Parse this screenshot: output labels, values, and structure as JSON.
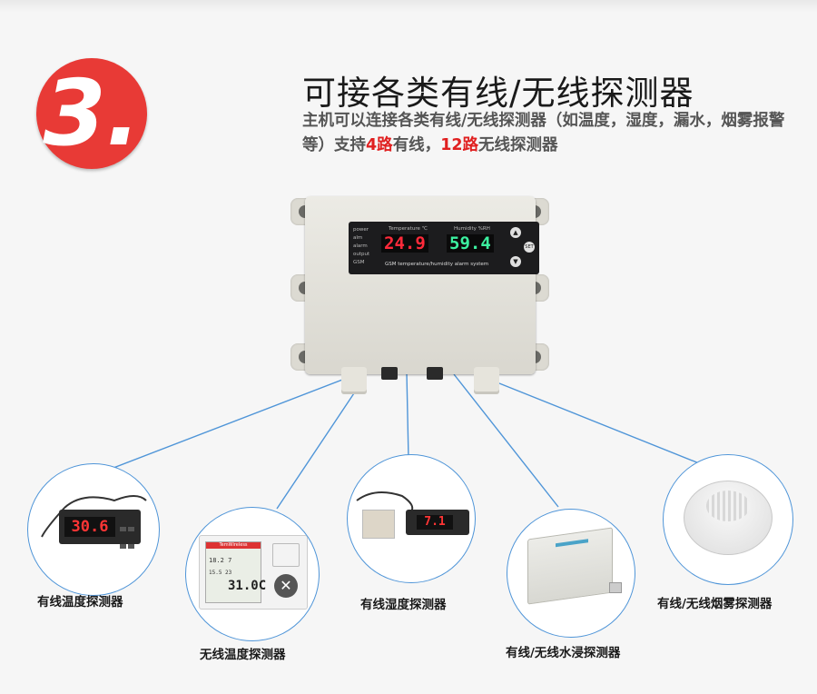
{
  "badge": {
    "number": "3."
  },
  "heading": {
    "title": "可接各类有线/无线探测器",
    "desc_part1": "主机可以连接各类有线/无线探测器（如温度，湿度，漏水，烟雾报警等）支持",
    "desc_red1": "4路",
    "desc_part2": "有线，",
    "desc_red2": "12路",
    "desc_part3": "无线探测器"
  },
  "device": {
    "temp_label": "Temperature ℃",
    "humidity_label": "Humidity %RH",
    "temp_value": "24.9",
    "humidity_value": "59.4",
    "system_label": "GSM temperature/humidity alarm system",
    "status_labels": [
      "power",
      "alm",
      "alarm",
      "output",
      "GSM"
    ],
    "set_button": "SET"
  },
  "detectors": [
    {
      "label": "有线温度探测器",
      "reading": "30.6"
    },
    {
      "label": "无线温度探测器",
      "reading": "31.0C",
      "brand": "TemWireless",
      "small": "18.2 7",
      "time": "15.5 23"
    },
    {
      "label": "有线湿度探测器",
      "reading": "7.1"
    },
    {
      "label": "有线/无线水浸探测器"
    },
    {
      "label": "有线/无线烟雾探测器"
    }
  ],
  "colors": {
    "accent_red": "#e83a36",
    "line_blue": "#4f95d8"
  }
}
